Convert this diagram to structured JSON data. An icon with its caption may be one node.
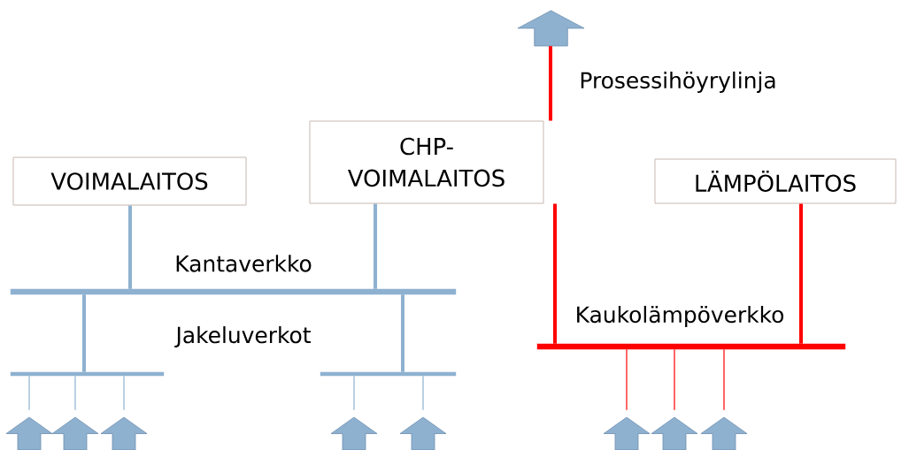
{
  "diagram": {
    "nodes": [
      {
        "text": [
          "VOIMALAITOS"
        ]
      },
      {
        "text": [
          "CHP- VOIMALAITOS"
        ]
      },
      {
        "text": [
          "LÄMPÖLAITOS"
        ]
      },
      {
        "text": [],
        "shape": "bar"
      },
      {
        "text": [],
        "shape": "bar"
      },
      {
        "text": [],
        "shape": "bar"
      },
      {
        "text": [],
        "shape": "bar"
      },
      {
        "text": [],
        "shape": "arrow"
      },
      {
        "text": [],
        "shape": "arrow"
      },
      {
        "text": [],
        "shape": "arrow"
      },
      {
        "text": [],
        "shape": "arrow"
      },
      {
        "text": [],
        "shape": "arrow"
      },
      {
        "text": [],
        "shape": "arrow"
      },
      {
        "text": [],
        "shape": "arrow"
      },
      {
        "text": [],
        "shape": "arrow"
      },
      {
        "text": [],
        "shape": "arrow"
      }
    ],
    "edges": [
      {
        "from": 0,
        "to": 3,
        "arrow": "none",
        "style": "thick"
      },
      {
        "from": 1,
        "to": 3,
        "arrow": "none",
        "style": "thick"
      },
      {
        "from": 3,
        "to": 4,
        "arrow": "none",
        "style": "thick"
      },
      {
        "from": 3,
        "to": 5,
        "arrow": "none",
        "style": "thick"
      },
      {
        "from": 4,
        "to": 8,
        "arrow": "none"
      },
      {
        "from": 4,
        "to": 9,
        "arrow": "none"
      },
      {
        "from": 4,
        "to": 10,
        "arrow": "none"
      },
      {
        "from": 5,
        "to": 11,
        "arrow": "none"
      },
      {
        "from": 5,
        "to": 12,
        "arrow": "none"
      },
      {
        "from": 1,
        "to": 7,
        "arrow": "none",
        "style": "thick",
        "color": "#ff0000",
        "label": "Prosessihöyrylinja"
      },
      {
        "from": 1,
        "to": 6,
        "arrow": "none",
        "style": "thick",
        "color": "#ff0000"
      },
      {
        "from": 2,
        "to": 6,
        "arrow": "none",
        "style": "thick",
        "color": "#ff0000"
      },
      {
        "from": 6,
        "to": 13,
        "arrow": "none",
        "color": "#ff0000"
      },
      {
        "from": 6,
        "to": 14,
        "arrow": "none",
        "color": "#ff0000"
      },
      {
        "from": 6,
        "to": 15,
        "arrow": "none",
        "color": "#ff0000"
      }
    ],
    "labels": [
      "Kantaverkko",
      "Jakeluverkot",
      "Kaukolämpöverkko"
    ]
  }
}
